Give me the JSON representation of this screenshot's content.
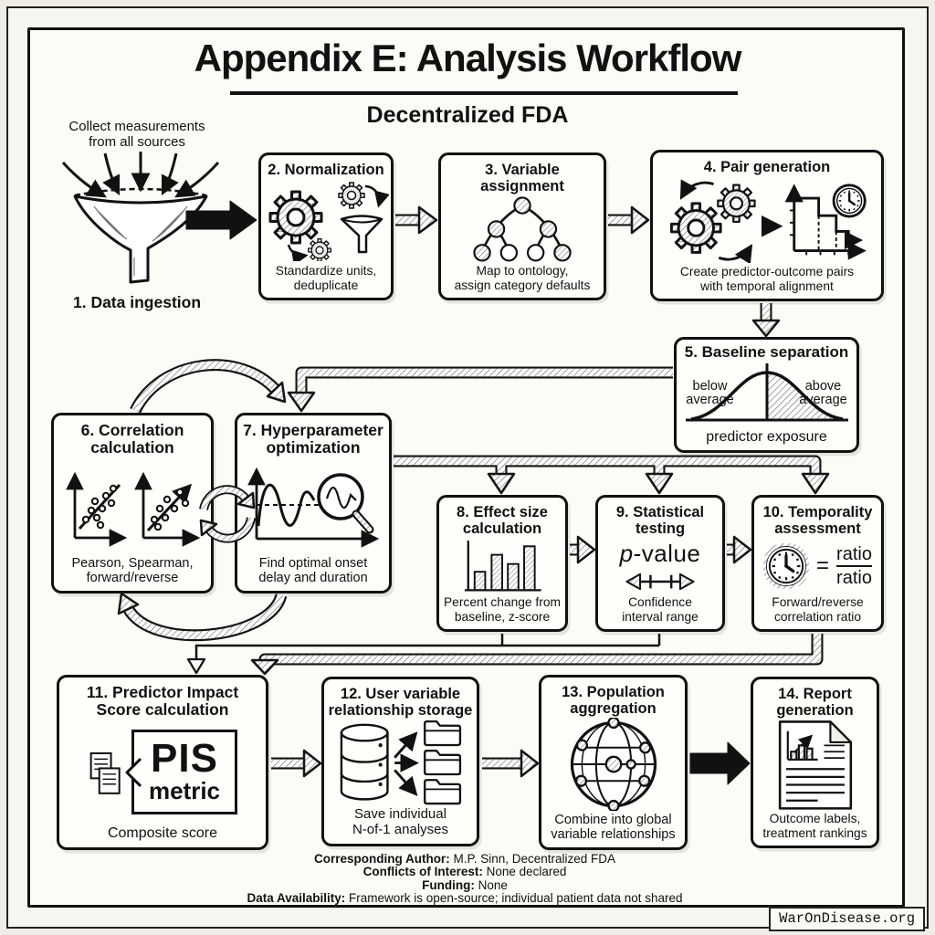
{
  "header": {
    "title": "Appendix E: Analysis Workflow",
    "subtitle": "Decentralized FDA"
  },
  "ingestion": {
    "caption_l1": "Collect measurements",
    "caption_l2": "from all sources",
    "label": "1. Data ingestion"
  },
  "steps": {
    "s2": {
      "t1": "2. Normalization",
      "c1": "Standardize units,",
      "c2": "deduplicate"
    },
    "s3": {
      "t1": "3. Variable",
      "t2": "assignment",
      "c1": "Map to ontology,",
      "c2": "assign category defaults"
    },
    "s4": {
      "t1": "4. Pair generation",
      "c1": "Create predictor-outcome pairs",
      "c2": "with temporal alignment"
    },
    "s5": {
      "t1": "5. Baseline separation",
      "left_label": "below average",
      "right_label": "above average",
      "axis_label": "predictor exposure"
    },
    "s6": {
      "t1": "6. Correlation",
      "t2": "calculation",
      "c1": "Pearson, Spearman,",
      "c2": "forward/reverse"
    },
    "s7": {
      "t1": "7. Hyperparameter",
      "t2": "optimization",
      "c1": "Find optimal onset",
      "c2": "delay and duration"
    },
    "s8": {
      "t1": "8. Effect size",
      "t2": "calculation",
      "c1": "Percent change from",
      "c2": "baseline, z-score"
    },
    "s9": {
      "t1": "9. Statistical",
      "t2": "testing",
      "stat_p": "p",
      "stat_suffix": "-value",
      "c1": "Confidence",
      "c2": "interval range"
    },
    "s10": {
      "t1": "10. Temporality",
      "t2": "assessment",
      "equals": "=",
      "numerator": "ratio",
      "denominator": "ratio",
      "c1": "Forward/reverse",
      "c2": "correlation ratio"
    },
    "s11": {
      "t1": "11. Predictor Impact",
      "t2": "Score calculation",
      "metric_top": "PIS",
      "metric_bottom": "metric",
      "c1": "Composite score"
    },
    "s12": {
      "t1": "12. User variable",
      "t2": "relationship storage",
      "c1": "Save individual",
      "c2": "N-of-1 analyses"
    },
    "s13": {
      "t1": "13. Population",
      "t2": "aggregation",
      "c1": "Combine into global",
      "c2": "variable relationships"
    },
    "s14": {
      "t1": "14. Report",
      "t2": "generation",
      "c1": "Outcome labels,",
      "c2": "treatment rankings"
    }
  },
  "footer": {
    "lines": [
      {
        "label": "Corresponding Author:",
        "text": "M.P. Sinn, Decentralized FDA"
      },
      {
        "label": "Conflicts of Interest:",
        "text": "None declared"
      },
      {
        "label": "Funding:",
        "text": "None"
      },
      {
        "label": "Data Availability:",
        "text": "Framework is open-source; individual patient data not shared"
      }
    ]
  },
  "watermark": "WarOnDisease.org",
  "icons": {
    "s1": "funnel-intake-icon",
    "s2": "gears-funnel-icon",
    "s3": "ontology-tree-icon",
    "s4": "gears-timeline-clock-icon",
    "s5": "bell-curve-icon",
    "s6": "scatter-plots-icon",
    "s7": "wave-magnifier-icon",
    "s8": "bar-chart-icon",
    "s9": "confidence-interval-icon",
    "s10": "clock-ratio-icon",
    "s11": "pis-emblem-icon",
    "s12": "database-folders-icon",
    "s13": "globe-network-icon",
    "s14": "report-document-icon",
    "loop": "cycle-arrows-icon"
  },
  "colors": {
    "ink": "#111111",
    "paper": "#fcfbf6",
    "box_bg": "#fffefa",
    "hatch_line": "#777777"
  }
}
